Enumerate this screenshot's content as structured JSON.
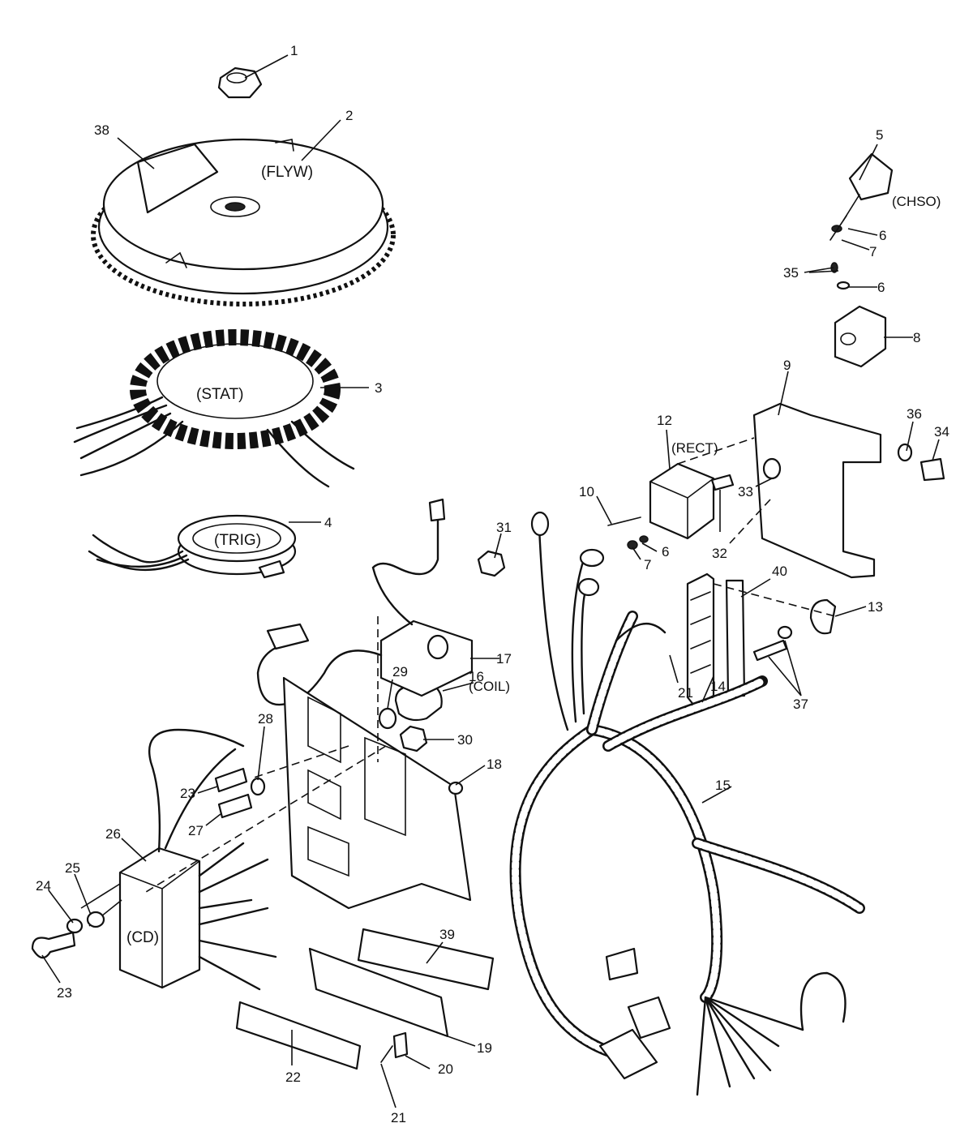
{
  "callouts": [
    "1",
    "2",
    "3",
    "4",
    "5",
    "6",
    "7",
    "8",
    "9",
    "10",
    "12",
    "13",
    "14",
    "15",
    "16",
    "17",
    "18",
    "19",
    "20",
    "21",
    "22",
    "23",
    "24",
    "25",
    "26",
    "27",
    "28",
    "29",
    "30",
    "31",
    "32",
    "33",
    "34",
    "35",
    "36",
    "37",
    "38",
    "39",
    "40"
  ],
  "component_tags": {
    "flywheel": "(FLYW)",
    "stator": "(STAT)",
    "trigger": "(TRIG)",
    "choke_solenoid": "(CHSO)",
    "rectifier": "(RECT)",
    "coil": "(COIL)",
    "cd_module": "(CD)"
  }
}
